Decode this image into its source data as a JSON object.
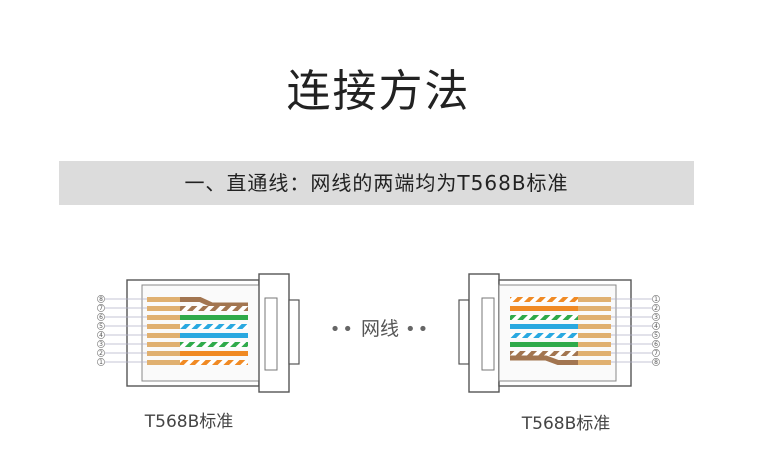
{
  "title": "连接方法",
  "banner": {
    "text": "一、直通线：网线的两端均为T568B标准"
  },
  "middle": {
    "dots_left": "••",
    "label": "网线",
    "dots_right": "••"
  },
  "plugs": {
    "left_standard": "T568B标准",
    "right_standard": "T568B标准",
    "left_pin_numbers": [
      "8",
      "7",
      "6",
      "5",
      "4",
      "3",
      "2",
      "1"
    ],
    "right_pin_numbers": [
      "1",
      "2",
      "3",
      "4",
      "5",
      "6",
      "7",
      "8"
    ]
  },
  "colors": {
    "banner_bg": "#dcdcdc",
    "gold_contact": "#e0b070",
    "orange": "#f08a24",
    "green": "#2faa4a",
    "blue": "#29a8e0",
    "brown": "#a27550",
    "plug_outline": "#555555"
  }
}
